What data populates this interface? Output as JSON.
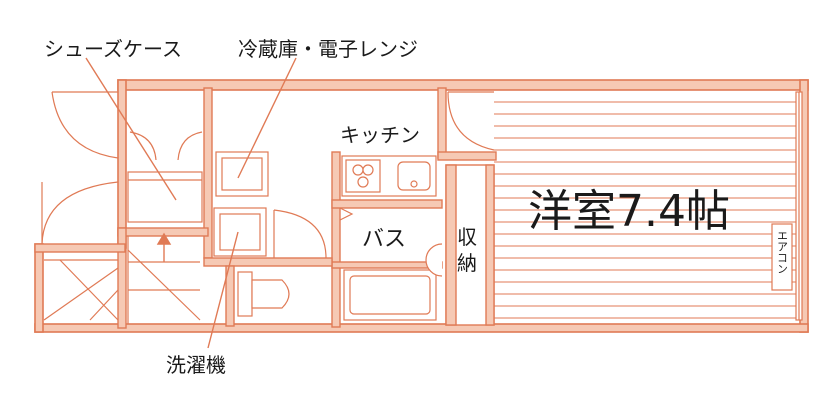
{
  "colors": {
    "wall": "#e89272",
    "wall_fill": "#f6c9b4",
    "line": "#e07a55",
    "text": "#1a1a1a",
    "floor_lines": "#e07a55",
    "background": "#ffffff"
  },
  "labels": {
    "shoes_case": "シューズケース",
    "fridge_microwave": "冷蔵庫・電子レンジ",
    "kitchen": "キッチン",
    "bath": "バス",
    "storage_line1": "収",
    "storage_line2": "納",
    "western_room": "洋室7.4帖",
    "aircon": "エアコン",
    "washer": "洗濯機"
  },
  "icons": {
    "stairs_arrow": "up-arrow-icon",
    "door_swing": "door-arc-icon",
    "toilet": "toilet-icon",
    "sink": "sink-icon",
    "stove": "stove-burner-icon"
  }
}
